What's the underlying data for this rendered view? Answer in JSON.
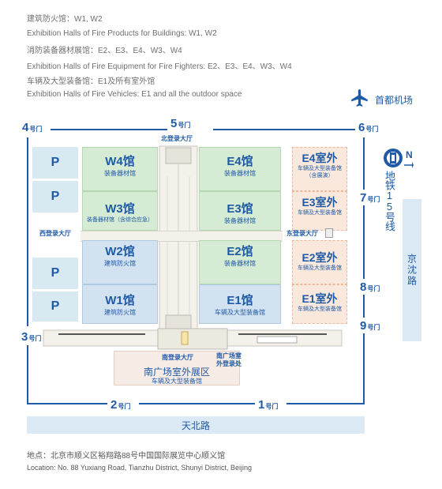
{
  "info_lines": [
    "建筑防火馆：W1, W2",
    "Exhibition Halls of Fire Products for Buildings: W1, W2",
    "消防装备器材展馆：E2、E3、E4、W3、W4",
    "Exhibition Halls of Fire Equipment for Fire Fighters: E2、E3、E4、W3、W4",
    "车辆及大型装备馆：E1及所有室外馆",
    "Exhibition Halls of Fire Vehicles: E1 and all the outdoor space"
  ],
  "airport": {
    "label": "首都机场",
    "icon": "airplane-icon"
  },
  "gates": {
    "g1": "1",
    "g2": "2",
    "g3": "3",
    "g4": "4",
    "g5": "5",
    "g6": "6",
    "g7": "7",
    "g8": "8",
    "g9": "9",
    "suffix": "号门"
  },
  "entrances": {
    "north": "北登录大厅",
    "west": "西登录大厅",
    "east": "东登录大厅",
    "south": "南登录大厅"
  },
  "halls": {
    "w4": {
      "name": "W4馆",
      "sub": "装备器材馆"
    },
    "w3": {
      "name": "W3馆",
      "sub": "装备器材馆（含综合应急）"
    },
    "w2": {
      "name": "W2馆",
      "sub": "建筑防火馆"
    },
    "w1": {
      "name": "W1馆",
      "sub": "建筑防火馆"
    },
    "e4": {
      "name": "E4馆",
      "sub": "装备器材馆"
    },
    "e3": {
      "name": "E3馆",
      "sub": "装备器材馆"
    },
    "e2": {
      "name": "E2馆",
      "sub": "装备器材馆"
    },
    "e1": {
      "name": "E1馆",
      "sub": "车辆及大型装备馆"
    }
  },
  "outdoor": {
    "e4": {
      "name": "E4室外",
      "sub": "车辆及大型装备馆",
      "note": "（含展演）"
    },
    "e3": {
      "name": "E3室外",
      "sub": "车辆及大型装备馆"
    },
    "e2": {
      "name": "E2室外",
      "sub": "车辆及大型装备馆"
    },
    "e1": {
      "name": "E1室外",
      "sub": "车辆及大型装备馆"
    }
  },
  "south_plaza": {
    "name": "南广场室外展区",
    "sub": "车辆及大型装备馆"
  },
  "south_registration": "南广场室外登录处",
  "parking": [
    "P",
    "P",
    "P",
    "P"
  ],
  "subway": {
    "compass": "N",
    "line": "地铁15号线",
    "icon": "subway-logo-icon"
  },
  "roads": {
    "east": "京沈路",
    "south": "天北路"
  },
  "address_cn": "地点：北京市顺义区裕翔路88号中国国际展览中心顺义馆",
  "address_en": "Location: No. 88 Yuxiang Road, Tianzhu District, Shunyi District, Beijing",
  "colors": {
    "accent": "#1f5aa6",
    "indoor_green": "#d5ebd3",
    "indoor_blue": "#d3e2f1",
    "outdoor_peach": "#fbe8dc",
    "road": "#dbe9f4"
  }
}
